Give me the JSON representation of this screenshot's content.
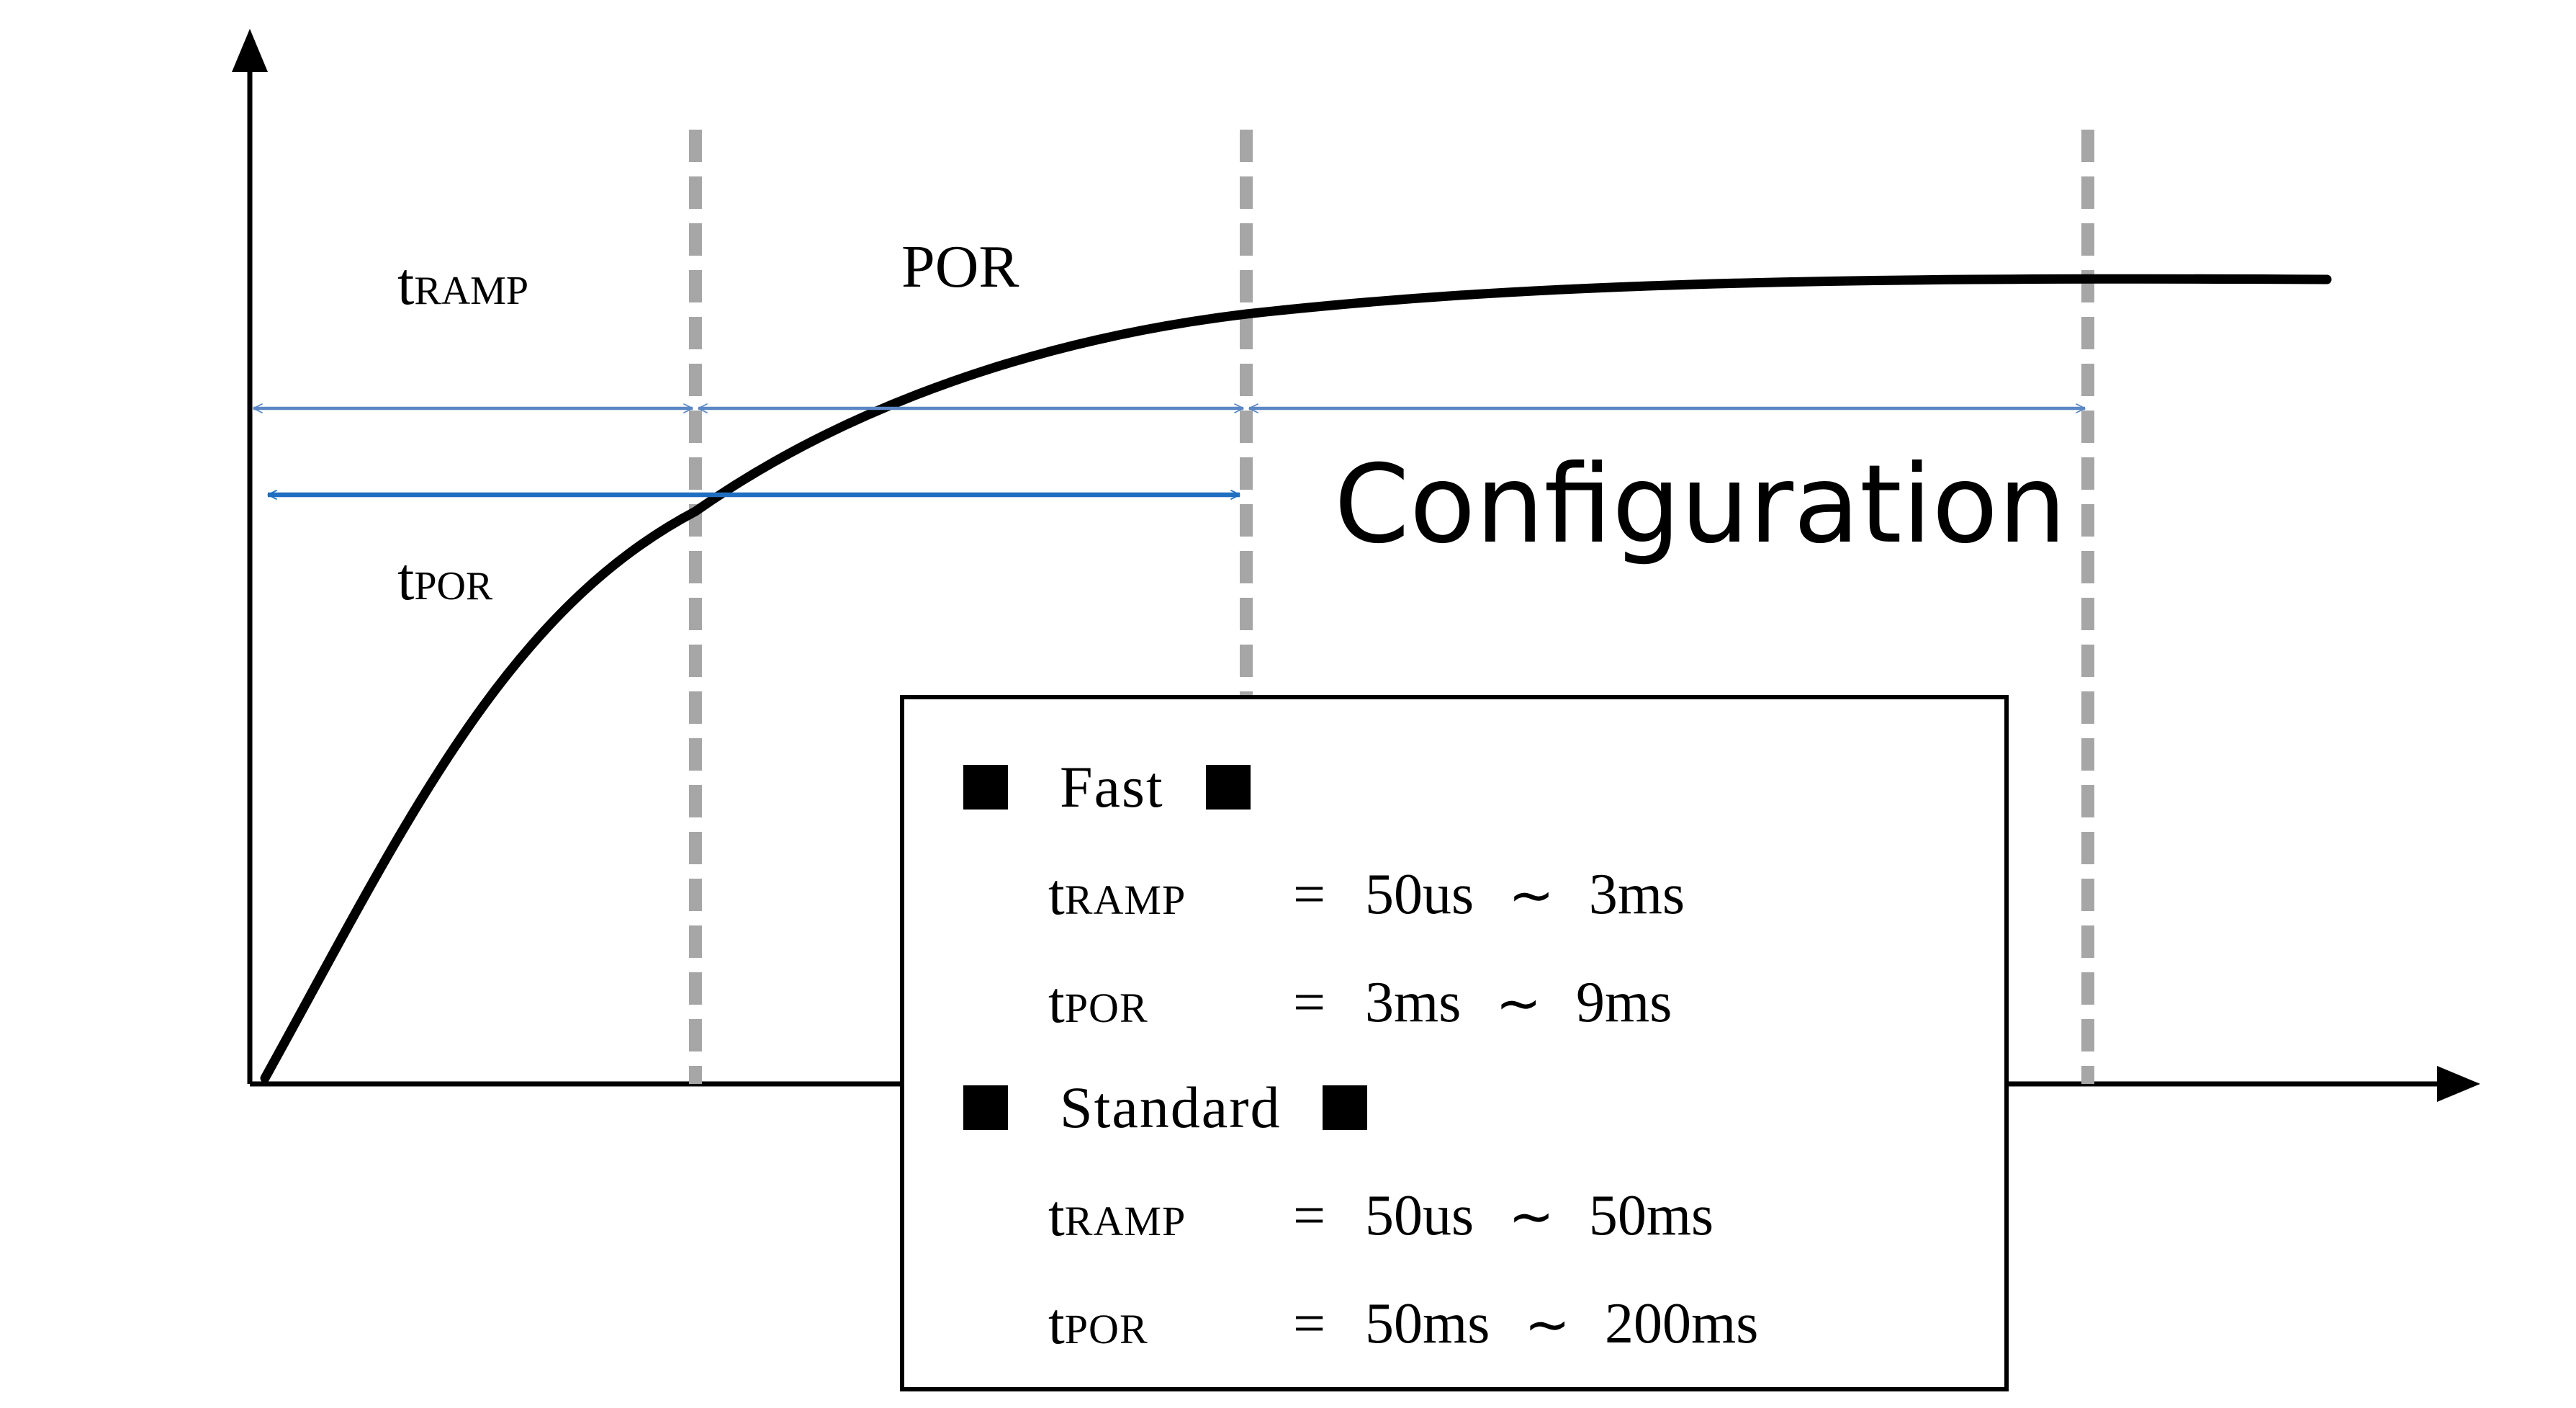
{
  "labels": {
    "t_ramp_prefix": "t",
    "t_ramp_sub": "RAMP",
    "por": "POR",
    "t_por_prefix": "t",
    "t_por_sub": "POR",
    "configuration": "Configuration"
  },
  "spec_box": {
    "modes": [
      {
        "name": "Fast",
        "rows": [
          {
            "param_prefix": "t",
            "param_sub": "RAMP",
            "eq": "=",
            "min": "50us",
            "tilde": "∼",
            "max": "3ms"
          },
          {
            "param_prefix": "t",
            "param_sub": "POR",
            "eq": "=",
            "min": "3ms",
            "tilde": "∼",
            "max": "9ms"
          }
        ]
      },
      {
        "name": "Standard",
        "rows": [
          {
            "param_prefix": "t",
            "param_sub": "RAMP",
            "eq": "=",
            "min": "50us",
            "tilde": "∼",
            "max": "50ms"
          },
          {
            "param_prefix": "t",
            "param_sub": "POR",
            "eq": "=",
            "min": "50ms",
            "tilde": "∼",
            "max": "200ms"
          }
        ]
      }
    ]
  },
  "colors": {
    "curve": "#000000",
    "axis": "#000000",
    "dashed_divider": "#a6a6a6",
    "phase_arrow": "#5b87c5",
    "tpor_arrow": "#1f6fc0"
  },
  "icons": {
    "mode_marker": "black-square-icon",
    "axis_arrowheads": "arrow-head-icon"
  }
}
